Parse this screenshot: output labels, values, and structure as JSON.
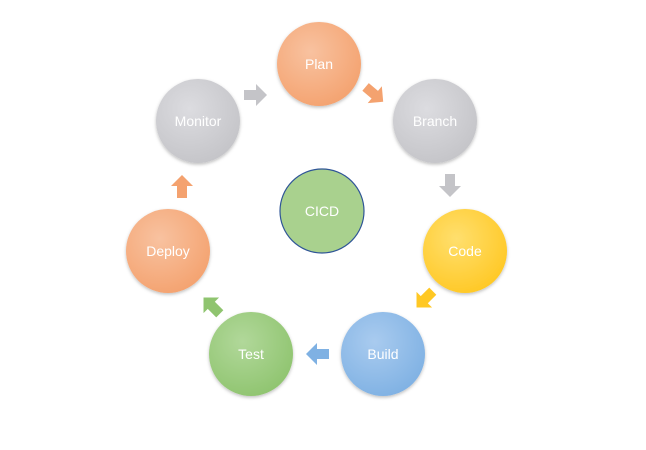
{
  "diagram": {
    "center": {
      "label": "CICD",
      "color": "#a9d18e",
      "border": "#2f5597"
    },
    "stages": [
      {
        "label": "Plan",
        "color": "#f4a26f",
        "color_light": "#f8c2a0",
        "icon": "circle"
      },
      {
        "label": "Branch",
        "color": "#c4c4c8",
        "color_light": "#dcdce0",
        "icon": "circle"
      },
      {
        "label": "Code",
        "color": "#ffc824",
        "color_light": "#ffdf6e",
        "icon": "circle"
      },
      {
        "label": "Build",
        "color": "#7fb1e3",
        "color_light": "#a9cbef",
        "icon": "circle"
      },
      {
        "label": "Test",
        "color": "#8fc46f",
        "color_light": "#b1d89a",
        "icon": "circle"
      },
      {
        "label": "Deploy",
        "color": "#f4a26f",
        "color_light": "#f8c2a0",
        "icon": "circle"
      },
      {
        "label": "Monitor",
        "color": "#c4c4c8",
        "color_light": "#dcdce0",
        "icon": "circle"
      }
    ],
    "arrows": [
      {
        "from": "Plan",
        "to": "Branch",
        "color": "#f4a26f",
        "icon": "arrow-right-icon"
      },
      {
        "from": "Branch",
        "to": "Code",
        "color": "#c4c4c8",
        "icon": "arrow-down-icon"
      },
      {
        "from": "Code",
        "to": "Build",
        "color": "#ffc824",
        "icon": "arrow-down-left-icon"
      },
      {
        "from": "Build",
        "to": "Test",
        "color": "#7fb1e3",
        "icon": "arrow-left-icon"
      },
      {
        "from": "Test",
        "to": "Deploy",
        "color": "#8fc46f",
        "icon": "arrow-up-left-icon"
      },
      {
        "from": "Deploy",
        "to": "Monitor",
        "color": "#f4a26f",
        "icon": "arrow-up-icon"
      },
      {
        "from": "Monitor",
        "to": "Plan",
        "color": "#c4c4c8",
        "icon": "arrow-right-icon"
      }
    ]
  }
}
